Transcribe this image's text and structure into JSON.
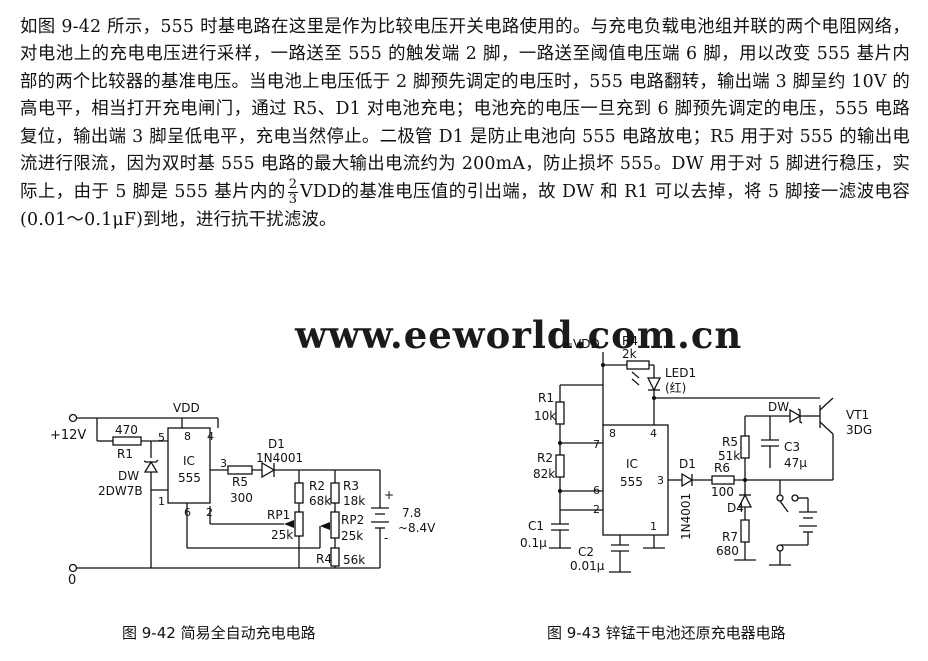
{
  "paragraph": {
    "part1": "如图 9-42 所示，555 时基电路在这里是作为比较电压开关电路使用的。与充电负载电池组并联的两个电阻网络，对电池上的充电电压进行采样，一路送至 555 的触发端 2 脚，一路送至阈值电压端 6 脚，用以改变 555 基片内部的两个比较器的基准电压。当电池上电压低于 2 脚预先调定的电压时，555 电路翻转，输出端 3 脚呈约 10V 的高电平，相当打开充电闸门，通过 R5、D1 对电池充电；电池充的电压一旦充到 6 脚预先调定的电压，555 电路复位，输出端 3 脚呈低电平，充电当然停止。二极管 D1 是防止电池向 555 电路放电；R5 用于对 555 的输出电流进行限流，因为双时基 555 电路的最大输出电流约为 200mA，防止损坏 555。DW 用于对 5 脚进行稳压，实际上，由于 5 脚是 555 基片内的",
    "frac_num": "2",
    "frac_den": "3",
    "vdd_sym": "VDD",
    "part2": "的基准电压值的引出端，故 DW 和 R1 可以去掉，将 5 脚接一滤波电容(0.01～0.1μF)到地，进行抗干扰滤波。"
  },
  "watermark": "www.eeworld.com.cn",
  "fig42": {
    "caption": "图 9-42   简易全自动充电电路",
    "supply": "+12V",
    "zero": "0",
    "vdd": "VDD",
    "r1_val": "470",
    "r1_name": "R1",
    "dw_name": "DW",
    "dw_part": "2DW7B",
    "ic_name": "IC",
    "ic_part": "555",
    "pin8": "8",
    "pin4": "4",
    "pin5": "5",
    "pin3": "3",
    "pin1": "1",
    "pin6": "6",
    "pin2": "2",
    "d1_name": "D1",
    "d1_part": "1N4001",
    "r5_name": "R5",
    "r5_val": "300",
    "r2_name": "R2",
    "r2_val": "68k",
    "r3_name": "R3",
    "r3_val": "18k",
    "rp1_name": "RP1",
    "rp1_val": "25k",
    "rp2_name": "RP2",
    "rp2_val": "25k",
    "r4_name": "R4",
    "r4_val": "56k",
    "batt_plus": "+",
    "batt_minus": "-",
    "batt_v1": "7.8",
    "batt_v2": "~8.4V"
  },
  "fig43": {
    "caption": "图 9-43   锌锰干电池还原充电器电路",
    "vdd": "+VDD",
    "r4_name": "R4",
    "r4_val": "2k",
    "led_name": "LED1",
    "led_color": "(红)",
    "r1_name": "R1",
    "r1_val": "10k",
    "r2_name": "R2",
    "r2_val": "82k",
    "ic_name": "IC",
    "ic_part": "555",
    "pin8": "8",
    "pin4": "4",
    "pin7": "7",
    "pin6": "6",
    "pin2": "2",
    "pin1": "1",
    "pin3": "3",
    "c1_name": "C1",
    "c1_val": "0.1μ",
    "c2_name": "C2",
    "c2_val": "0.01μ",
    "d1_name": "D1",
    "d1_part": "1N4001",
    "dw_name": "DW",
    "vt_name": "VT1",
    "vt_part": "3DG",
    "r5_name": "R5",
    "r5_val": "51k",
    "c3_name": "C3",
    "c3_val": "47μ",
    "r6_name": "R6",
    "r6_val": "100",
    "d4_name": "D4",
    "r7_name": "R7",
    "r7_val": "680"
  }
}
